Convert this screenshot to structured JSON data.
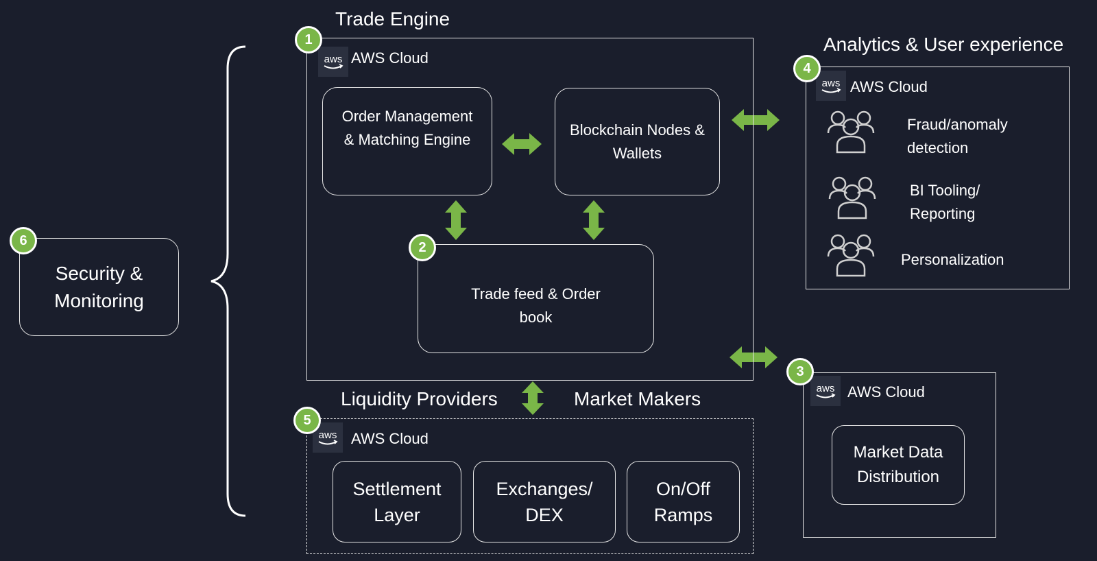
{
  "colors": {
    "background": "#1a1e2c",
    "accent_green": "#7ab648",
    "line": "#e8e8e8"
  },
  "trade_engine": {
    "title": "Trade Engine",
    "badge": "1",
    "cloud_label": "AWS Cloud",
    "order_management": "Order Management\n& Matching Engine",
    "blockchain_nodes": "Blockchain Nodes &\nWallets",
    "trade_feed_badge": "2",
    "trade_feed": "Trade feed & Order\nbook"
  },
  "analytics": {
    "title": "Analytics & User experience",
    "badge": "4",
    "cloud_label": "AWS Cloud",
    "items": [
      {
        "label": "Fraud/anomaly\ndetection",
        "icon": "users-icon"
      },
      {
        "label": "BI Tooling/\nReporting",
        "icon": "users-icon"
      },
      {
        "label": "Personalization",
        "icon": "users-icon"
      }
    ]
  },
  "market_data": {
    "badge": "3",
    "cloud_label": "AWS Cloud",
    "label": "Market Data\nDistribution"
  },
  "liquidity": {
    "left_title": "Liquidity Providers",
    "right_title": "Market Makers",
    "badge": "5",
    "cloud_label": "AWS Cloud",
    "boxes": [
      "Settlement\nLayer",
      "Exchanges/\nDEX",
      "On/Off\nRamps"
    ]
  },
  "security": {
    "badge": "6",
    "label": "Security &\nMonitoring"
  }
}
